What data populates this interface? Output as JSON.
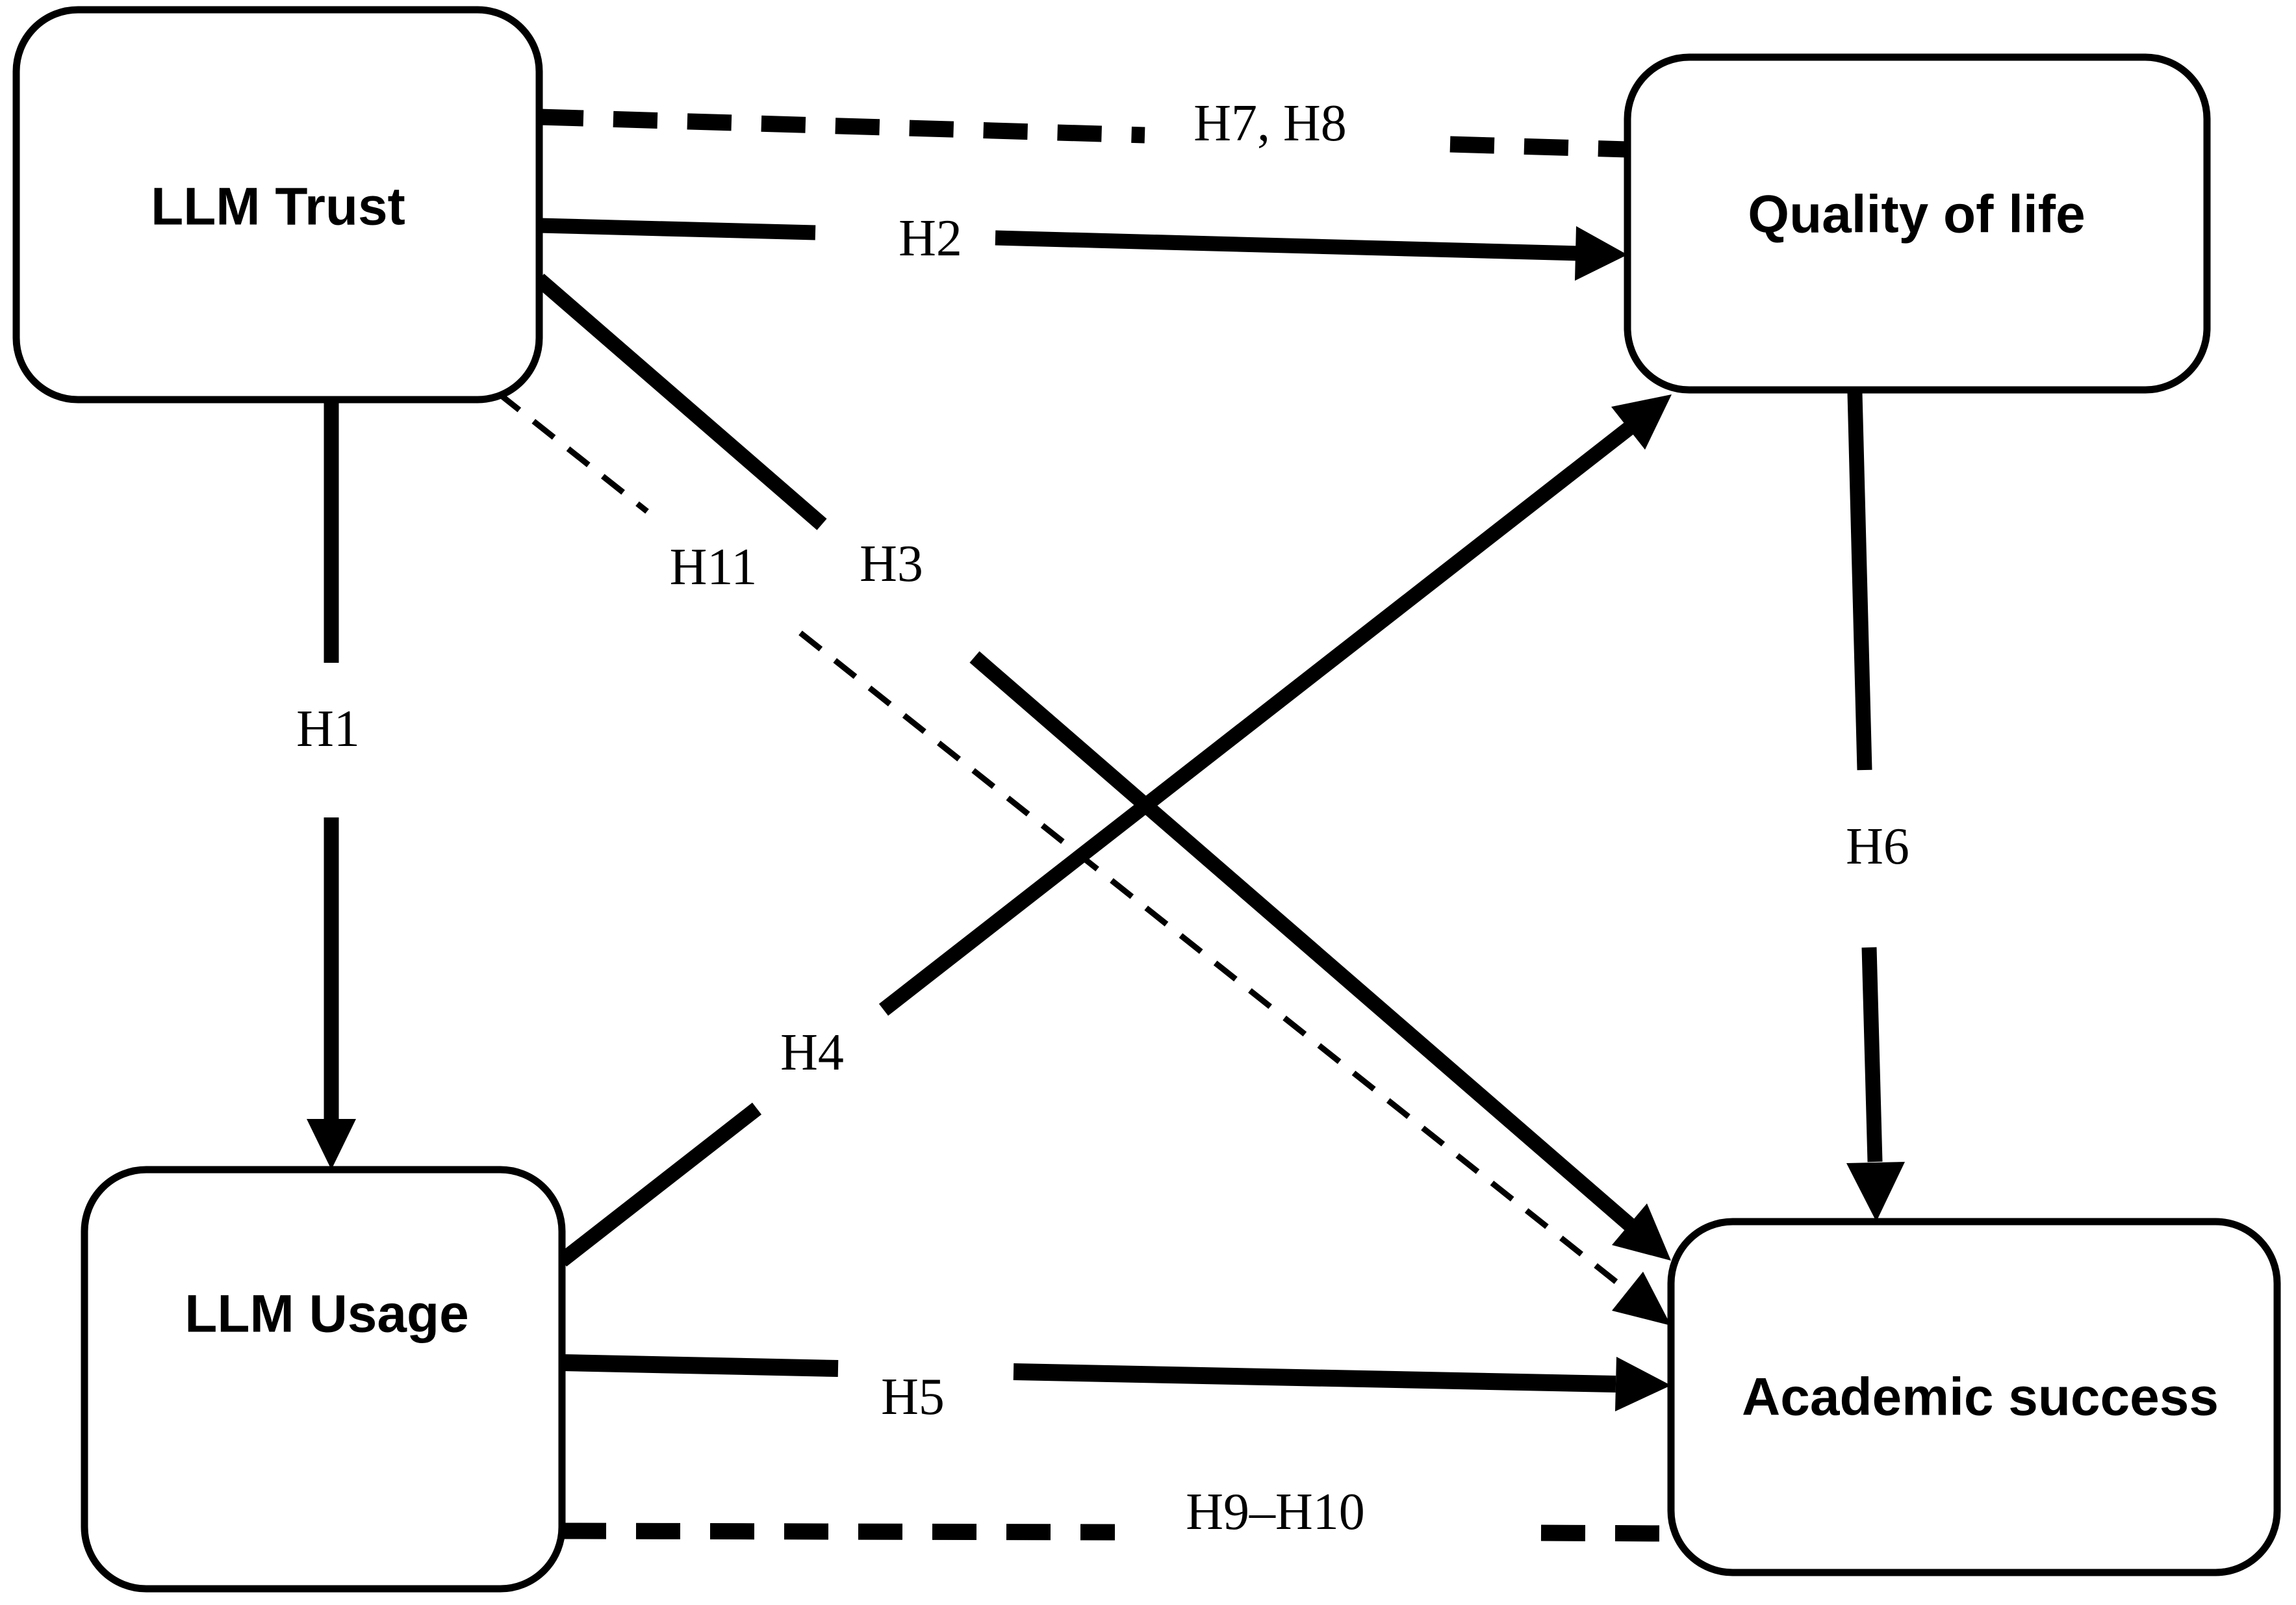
{
  "colors": {
    "ink": "#000000",
    "background": "#ffffff"
  },
  "nodes": {
    "llm_trust": {
      "label": "LLM Trust"
    },
    "quality_of_life": {
      "label": "Quality of life"
    },
    "llm_usage": {
      "label": "LLM Usage"
    },
    "academic_success": {
      "label": "Academic success"
    }
  },
  "edges": {
    "h1": {
      "label": "H1",
      "from": "llm_trust",
      "to": "llm_usage",
      "line": "solid",
      "arrowhead": true
    },
    "h2": {
      "label": "H2",
      "from": "llm_trust",
      "to": "quality_of_life",
      "line": "solid",
      "arrowhead": true
    },
    "h3": {
      "label": "H3",
      "from": "llm_trust",
      "to": "academic_success",
      "line": "solid",
      "arrowhead": true
    },
    "h4": {
      "label": "H4",
      "from": "llm_usage",
      "to": "quality_of_life",
      "line": "solid",
      "arrowhead": true
    },
    "h5": {
      "label": "H5",
      "from": "llm_usage",
      "to": "academic_success",
      "line": "solid",
      "arrowhead": true
    },
    "h6": {
      "label": "H6",
      "from": "quality_of_life",
      "to": "academic_success",
      "line": "solid",
      "arrowhead": true
    },
    "h7_h8": {
      "label": "H7, H8",
      "from": "llm_trust",
      "to": "quality_of_life",
      "line": "dashed-thick",
      "arrowhead": false
    },
    "h9_h10": {
      "label": "H9–H10",
      "from": "llm_usage",
      "to": "academic_success",
      "line": "dashed-thick",
      "arrowhead": false
    },
    "h11": {
      "label": "H11",
      "from": "llm_trust",
      "to": "academic_success",
      "line": "dashed-thin",
      "arrowhead": true
    }
  }
}
